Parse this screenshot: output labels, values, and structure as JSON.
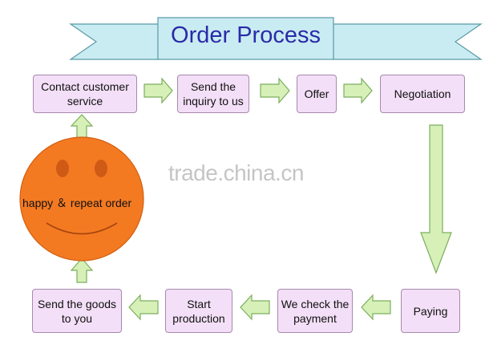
{
  "title": "Order Process",
  "steps": {
    "contact": "Contact customer service",
    "send_inquiry": "Send the inquiry to us",
    "offer": "Offer",
    "negotiation": "Negotiation",
    "paying": "Paying",
    "check_payment": "We check the payment",
    "start_production": "Start production",
    "send_goods": "Send the goods to you"
  },
  "face_label": "happy ＆ repeat order",
  "watermark": "trade.china.cn",
  "colors": {
    "box_fill": "#f3dff7",
    "box_border": "#a889ad",
    "arrow_fill": "#d6f0b8",
    "arrow_stroke": "#7cae5d",
    "banner_fill": "#c9ecf2",
    "banner_stroke": "#5a9aa6",
    "title_color": "#2a2aa8",
    "face_fill": "#f47a22"
  }
}
